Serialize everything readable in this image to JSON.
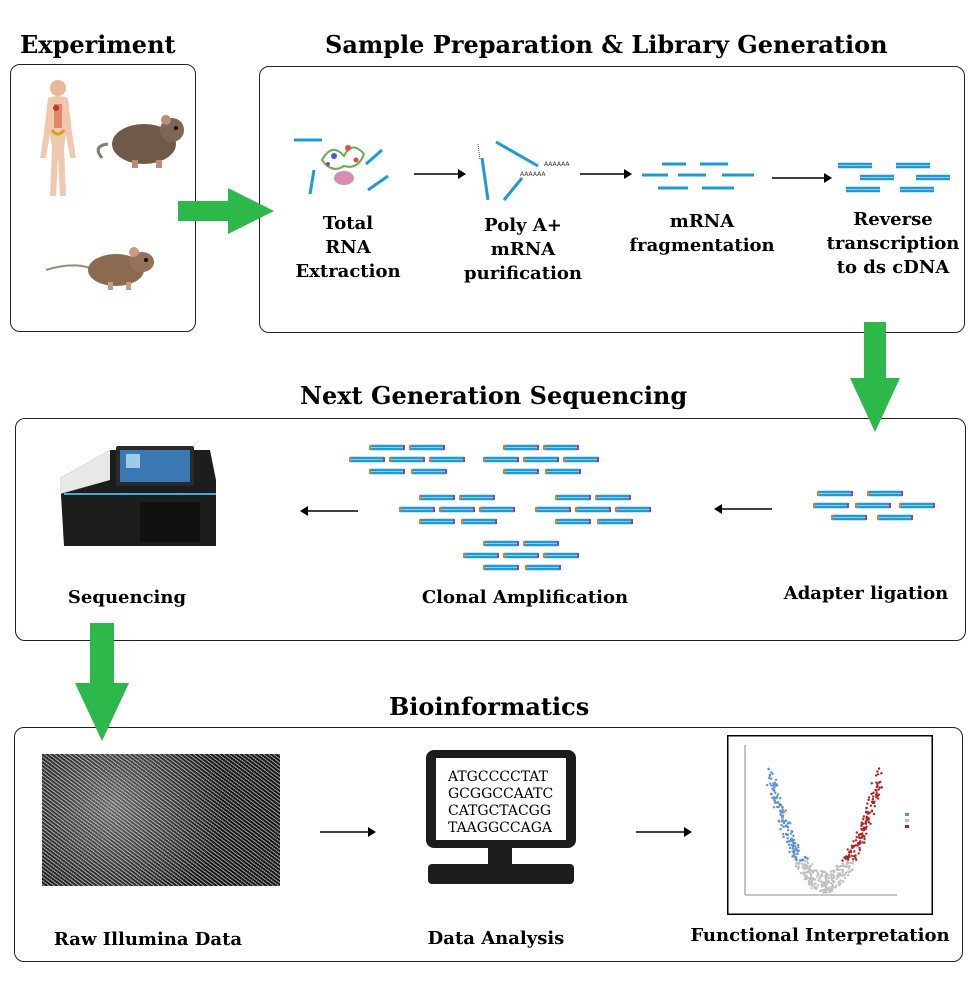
{
  "sections": {
    "experiment": "Experiment",
    "sample_prep": "Sample Preparation & Library Generation",
    "ngs": "Next Generation Sequencing",
    "bioinformatics": "Bioinformatics"
  },
  "sample_steps": [
    {
      "line1": "Total",
      "line2": "RNA",
      "line3": "Extraction"
    },
    {
      "line1": "Poly A+",
      "line2": "mRNA",
      "line3": "purification"
    },
    {
      "line1": "mRNA",
      "line2": "fragmentation"
    },
    {
      "line1": "Reverse",
      "line2": "transcription",
      "line3": "to ds cDNA"
    }
  ],
  "polya_tail": "AAAAAA",
  "ngs_steps": {
    "sequencing": "Sequencing",
    "clonal": "Clonal Amplification",
    "adapter": "Adapter ligation"
  },
  "bio_steps": {
    "raw": "Raw Illumina Data",
    "analysis": "Data Analysis",
    "functional": "Functional Interpretation"
  },
  "dna_sequences": [
    "ATGCCCCTAT",
    "GCGGCCAATC",
    "CATGCTACGG",
    "TAAGGCCAGA"
  ],
  "colors": {
    "arrow_green": "#2db84a",
    "fragment_blue": "#1e9ad6",
    "volcano_blue": "#5b8fd8",
    "volcano_red": "#b22222",
    "volcano_grey": "#c0c0c0"
  }
}
